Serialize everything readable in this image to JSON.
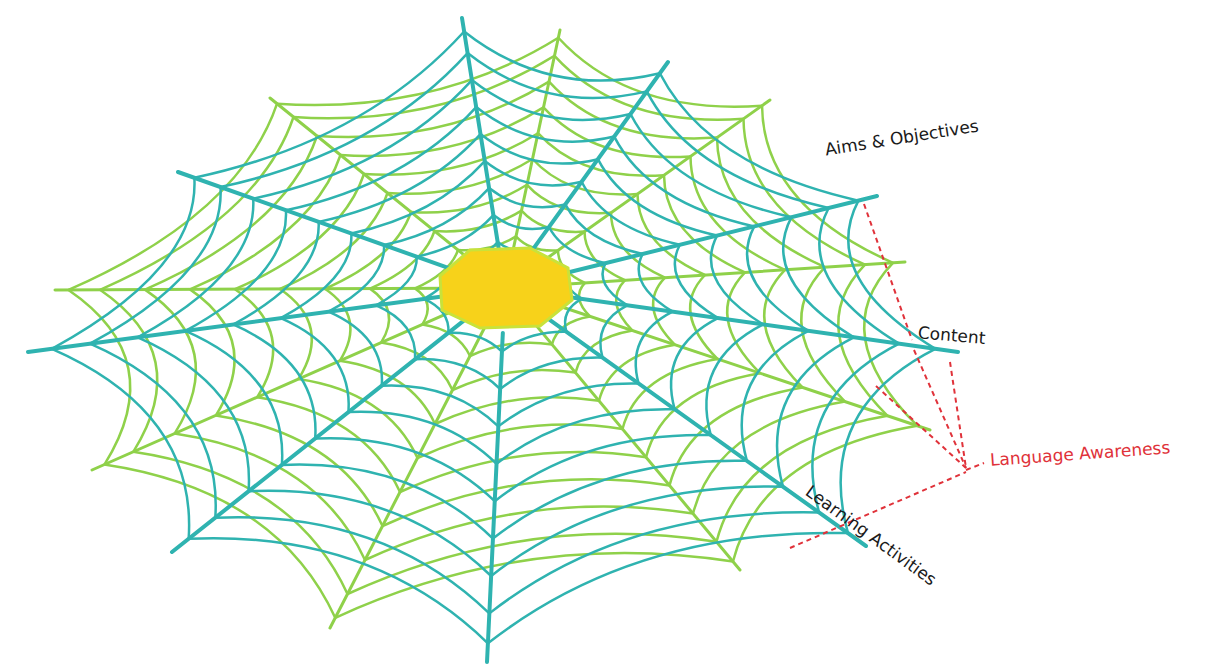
{
  "diagram": {
    "labels": [
      "Aims & Objectives",
      "Content",
      "Learning Activities",
      "Language Awareness"
    ]
  }
}
